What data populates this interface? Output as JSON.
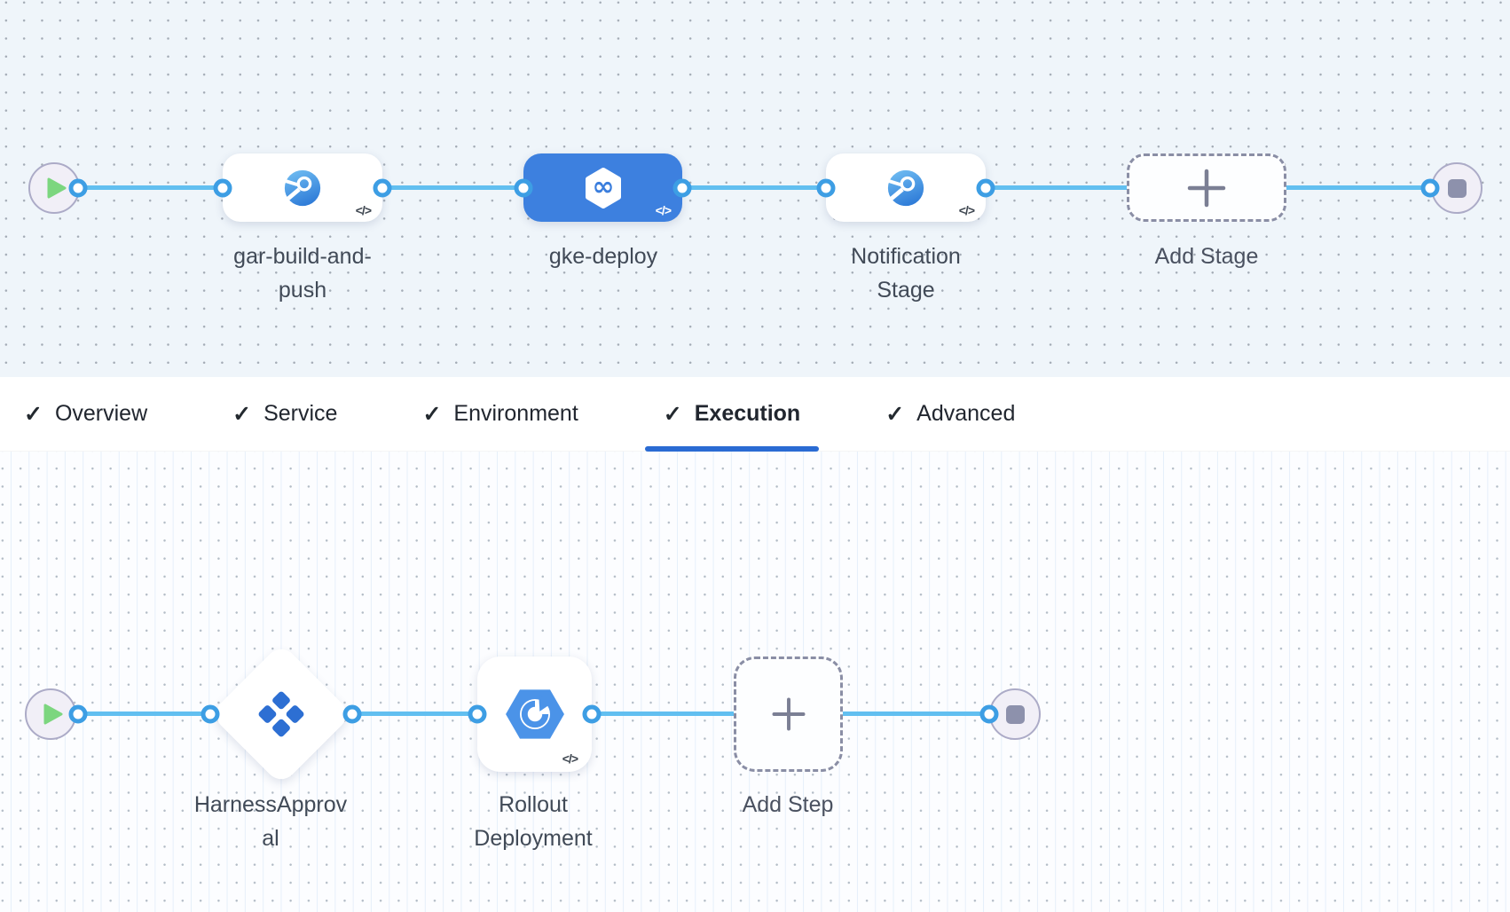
{
  "colors": {
    "canvas_top_bg": "#EFF5FA",
    "canvas_bottom_bg": "#FCFDFF",
    "connector_line": "#62BFF0",
    "port_ring": "#3D9EE4",
    "selected_node_bg": "#3D80DF",
    "tab_underline": "#2A6BD3",
    "play_green": "#7CD67F",
    "terminal_fill": "#F1EFF7",
    "terminal_border": "#ACABC7",
    "stop_square": "#8D91AC",
    "dashed_border": "#8A8EA5",
    "label_text": "#414A57"
  },
  "stage_graph": {
    "start": {
      "icon": "play-icon"
    },
    "end": {
      "icon": "stop-icon"
    },
    "nodes": [
      {
        "id": "gar-build-and-push",
        "label": "gar-build-and-push",
        "label_lines": [
          "gar-build-and-",
          "push"
        ],
        "icon": "custom-stage-icon",
        "selected": false,
        "code_toggle": "</>"
      },
      {
        "id": "gke-deploy",
        "label": "gke-deploy",
        "label_lines": [
          "gke-deploy"
        ],
        "icon": "cd-stage-icon",
        "selected": true,
        "code_toggle": "</>"
      },
      {
        "id": "notification-stage",
        "label": "Notification Stage",
        "label_lines": [
          "Notification",
          "Stage"
        ],
        "icon": "custom-stage-icon",
        "selected": false,
        "code_toggle": "</>"
      }
    ],
    "add_stage": {
      "label": "Add Stage",
      "icon": "plus-icon"
    }
  },
  "tab_bar": {
    "check_glyph": "✓",
    "tabs": [
      {
        "label": "Overview",
        "checked": true,
        "active": false
      },
      {
        "label": "Service",
        "checked": true,
        "active": false
      },
      {
        "label": "Environment",
        "checked": true,
        "active": false
      },
      {
        "label": "Execution",
        "checked": true,
        "active": true
      },
      {
        "label": "Advanced",
        "checked": true,
        "active": false
      }
    ]
  },
  "execution_graph": {
    "start": {
      "icon": "play-icon"
    },
    "end": {
      "icon": "stop-icon"
    },
    "steps": [
      {
        "id": "harness-approval",
        "label": "HarnessApproval",
        "label_lines": [
          "HarnessApprov",
          "al"
        ],
        "icon": "approval-step-icon",
        "shape": "diamond"
      },
      {
        "id": "rollout-deployment",
        "label": "Rollout Deployment",
        "label_lines": [
          "Rollout",
          "Deployment"
        ],
        "icon": "gke-rollout-icon",
        "shape": "rounded-square",
        "code_toggle": "</>"
      }
    ],
    "add_step": {
      "label": "Add Step",
      "icon": "plus-icon"
    }
  }
}
